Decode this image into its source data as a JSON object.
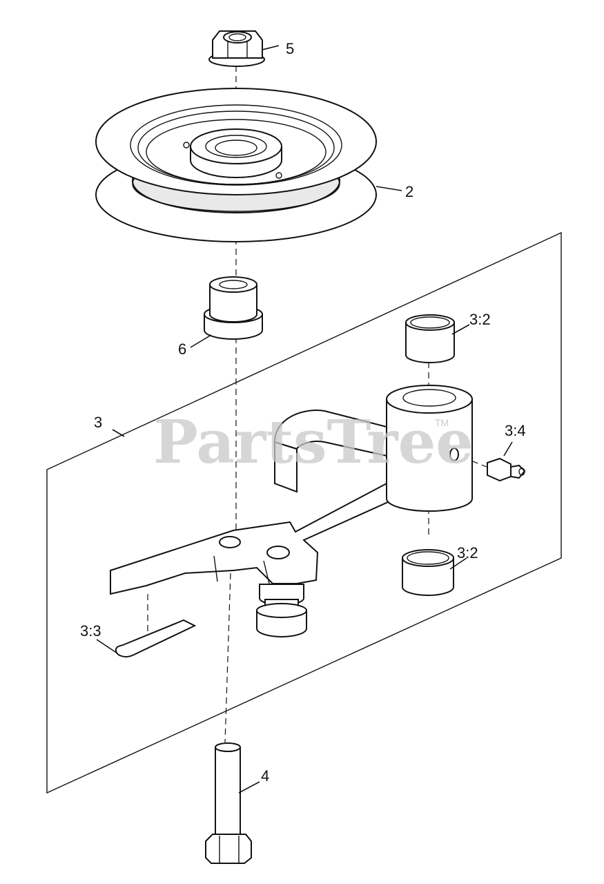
{
  "watermark": {
    "text": "PartsTree",
    "trademark": "TM"
  },
  "callouts": {
    "nut": "5",
    "pulley": "2",
    "spacer": "6",
    "arm_assembly": "3",
    "bushing_top": "3:2",
    "bushing_bottom": "3:2",
    "grease_fitting": "3:4",
    "decal": "3:3",
    "bolt": "4"
  }
}
